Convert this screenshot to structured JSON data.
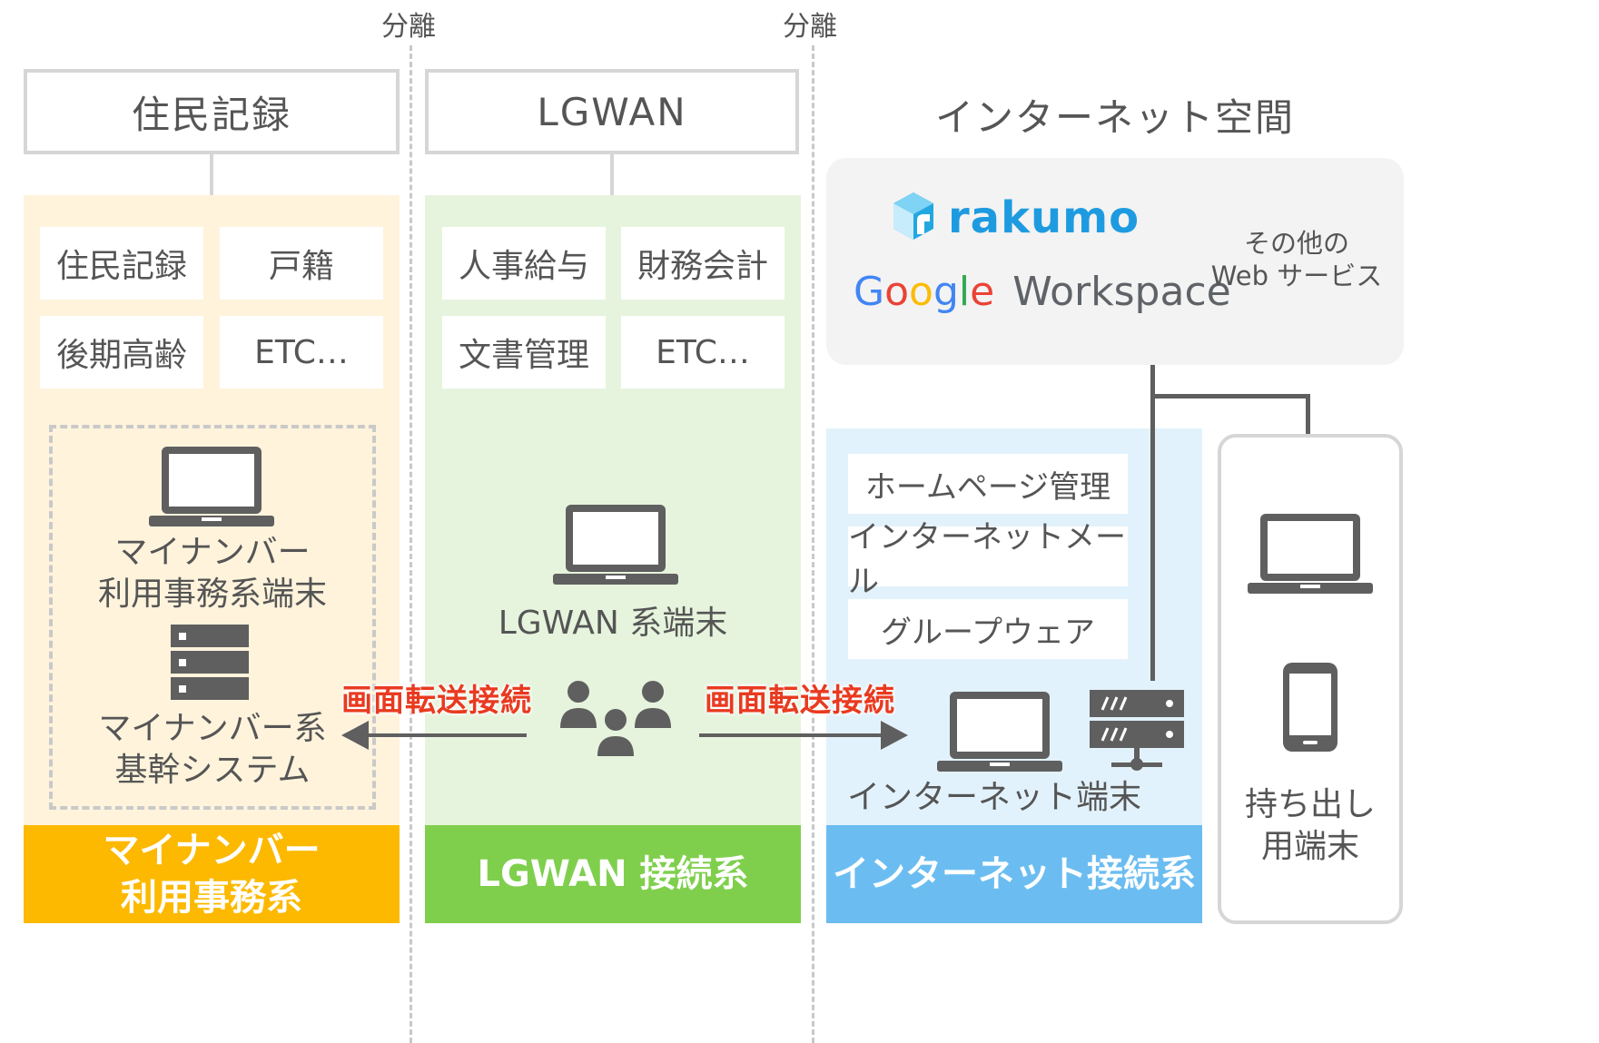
{
  "separators": [
    "分離",
    "分離"
  ],
  "columns": {
    "resident": {
      "header": "住民記録",
      "tiles": [
        "住民記録",
        "戸籍",
        "後期高齢",
        "ETC…"
      ],
      "terminal_label_1": "マイナンバー",
      "terminal_label_2": "利用事務系端末",
      "server_label_1": "マイナンバー系",
      "server_label_2": "基幹システム",
      "footer_1": "マイナンバー",
      "footer_2": "利用事務系"
    },
    "lgwan": {
      "header": "LGWAN",
      "tiles": [
        "人事給与",
        "財務会計",
        "文書管理",
        "ETC…"
      ],
      "terminal_label": "LGWAN 系端末",
      "footer": "LGWAN 接続系"
    },
    "internet": {
      "header": "インターネット空間",
      "services": {
        "rakumo": "rakumo",
        "google": [
          "G",
          "o",
          "o",
          "g",
          "l",
          "e"
        ],
        "workspace": "Workspace",
        "other_1": "その他の",
        "other_2": "Web サービス"
      },
      "tiles": [
        "ホームページ管理",
        "インターネットメール",
        "グループウェア"
      ],
      "terminal_label": "インターネット端末",
      "footer": "インターネット接続系"
    },
    "mobile": {
      "label_1": "持ち出し",
      "label_2": "用端末"
    }
  },
  "arrows": {
    "left_label": "画面転送接続",
    "right_label": "画面転送接続"
  },
  "colors": {
    "mynumber_bg": "#fff3dc",
    "mynumber_footer": "#fcb900",
    "lgwan_bg": "#e6f4dd",
    "lgwan_footer": "#7fcf4d",
    "internet_bg": "#e2f2fc",
    "internet_footer": "#6bbdf1",
    "accent_red": "#e93a20",
    "icon_gray": "#5f5f5f"
  }
}
